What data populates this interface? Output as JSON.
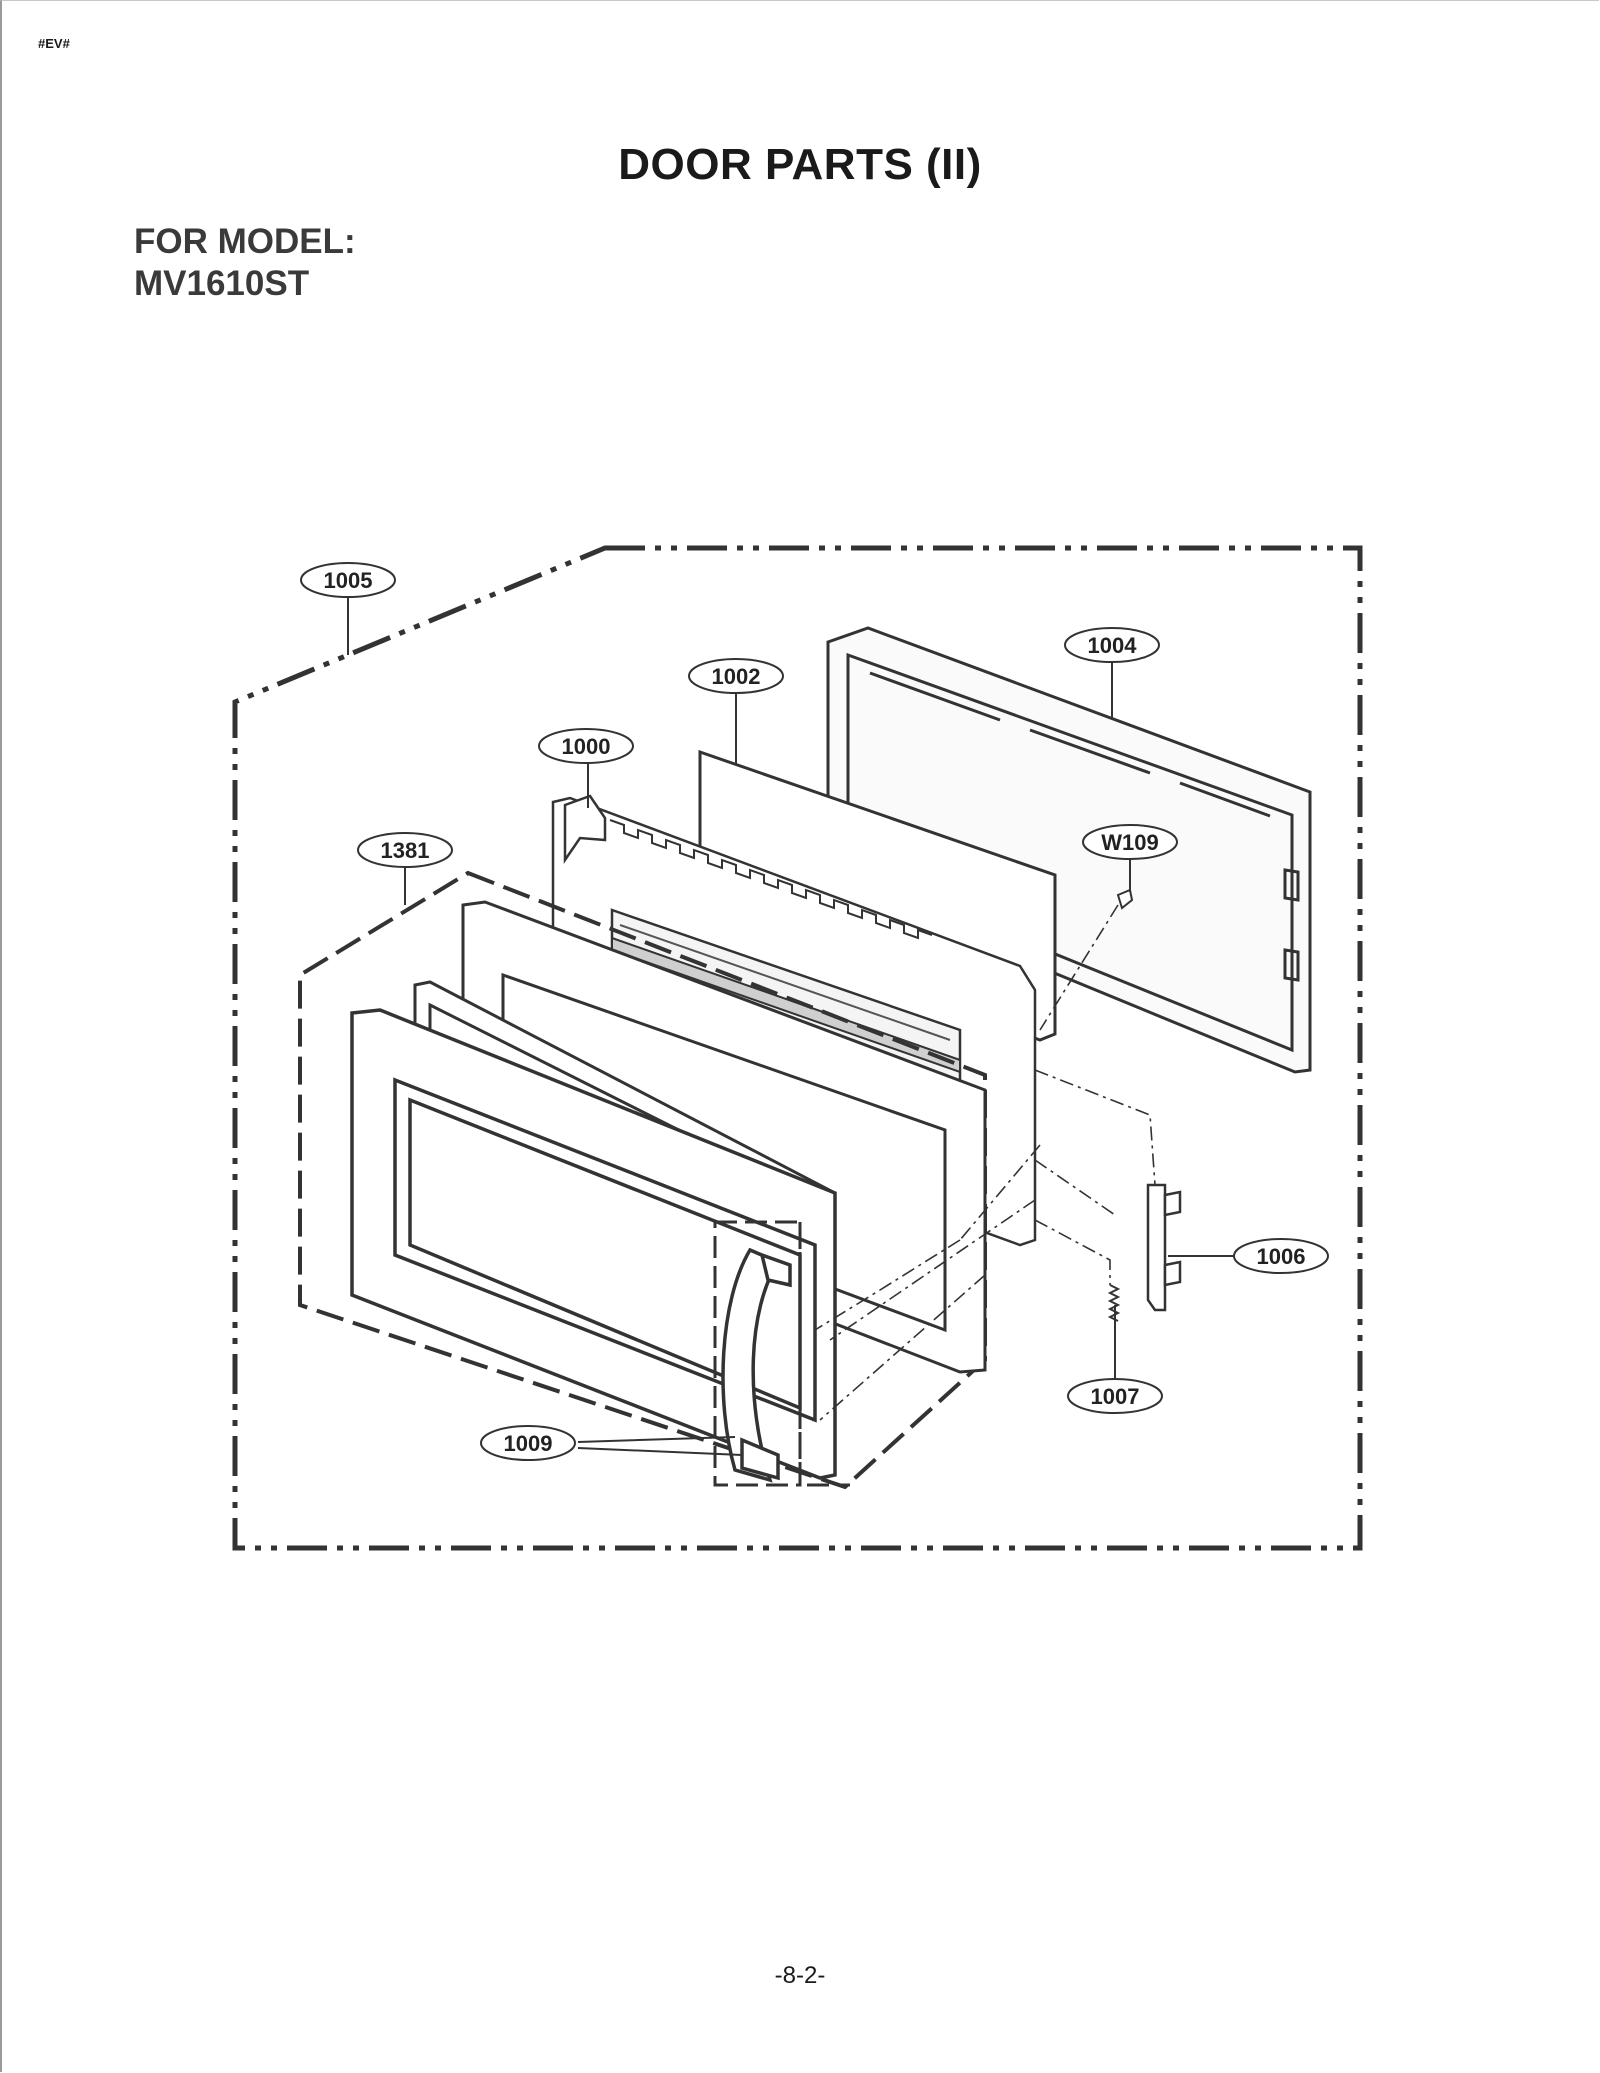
{
  "header": {
    "tag": "#EV#"
  },
  "page": {
    "title": "DOOR PARTS (II)",
    "model_label": "FOR MODEL:",
    "model_value": "MV1610ST",
    "page_number": "-8-2-"
  },
  "callouts": {
    "c1005": "1005",
    "c1004": "1004",
    "c1002": "1002",
    "c1000": "1000",
    "c1381": "1381",
    "cW109": "W109",
    "c1006": "1006",
    "c1007": "1007",
    "c1009": "1009"
  }
}
